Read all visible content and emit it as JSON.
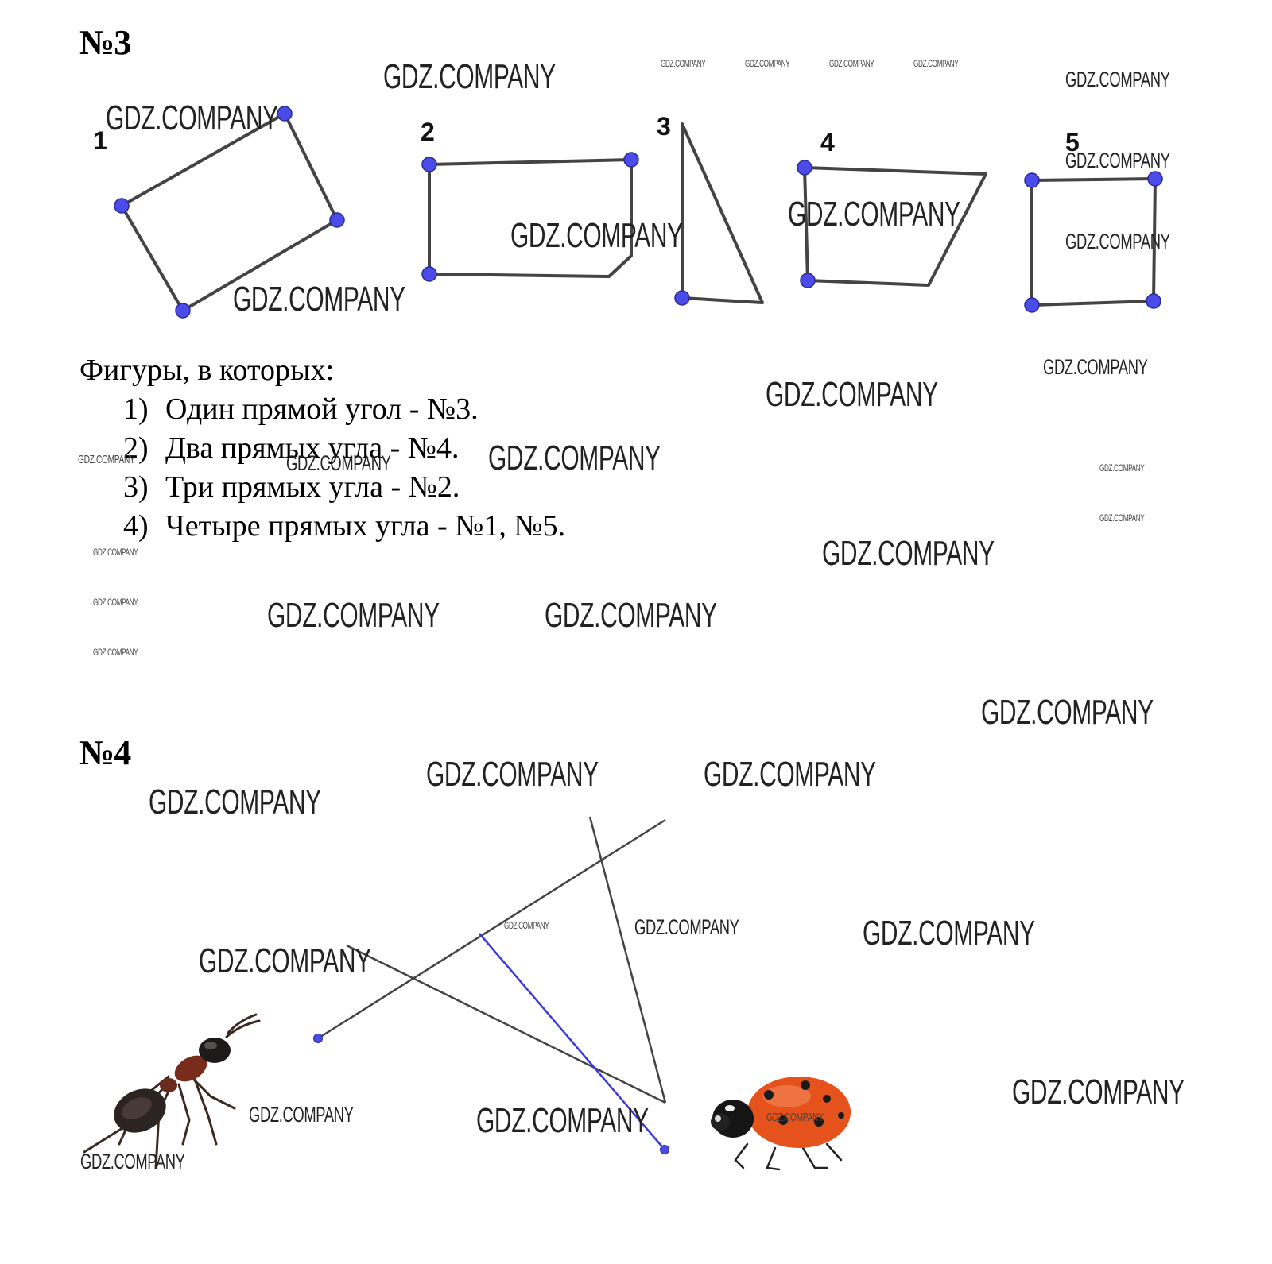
{
  "task3": {
    "heading": "№3",
    "figure_labels": [
      "1",
      "2",
      "3",
      "4",
      "5"
    ],
    "intro": "Фигуры, в которых:",
    "answers": [
      {
        "num": "1)",
        "text": "Один прямой угол - №3."
      },
      {
        "num": "2)",
        "text": "Два прямых угла - №4."
      },
      {
        "num": "3)",
        "text": "Три прямых угла - №2."
      },
      {
        "num": "4)",
        "text": "Четыре прямых угла - №1, №5."
      }
    ]
  },
  "task4": {
    "heading": "№4",
    "images": [
      "ant",
      "ladybug"
    ]
  },
  "watermark": {
    "text": "GDZ.COMPANY"
  },
  "colors": {
    "point": "#4a4ae6",
    "line": "#444444",
    "blue_line": "#3333dd",
    "ladybug": "#e8541e"
  }
}
